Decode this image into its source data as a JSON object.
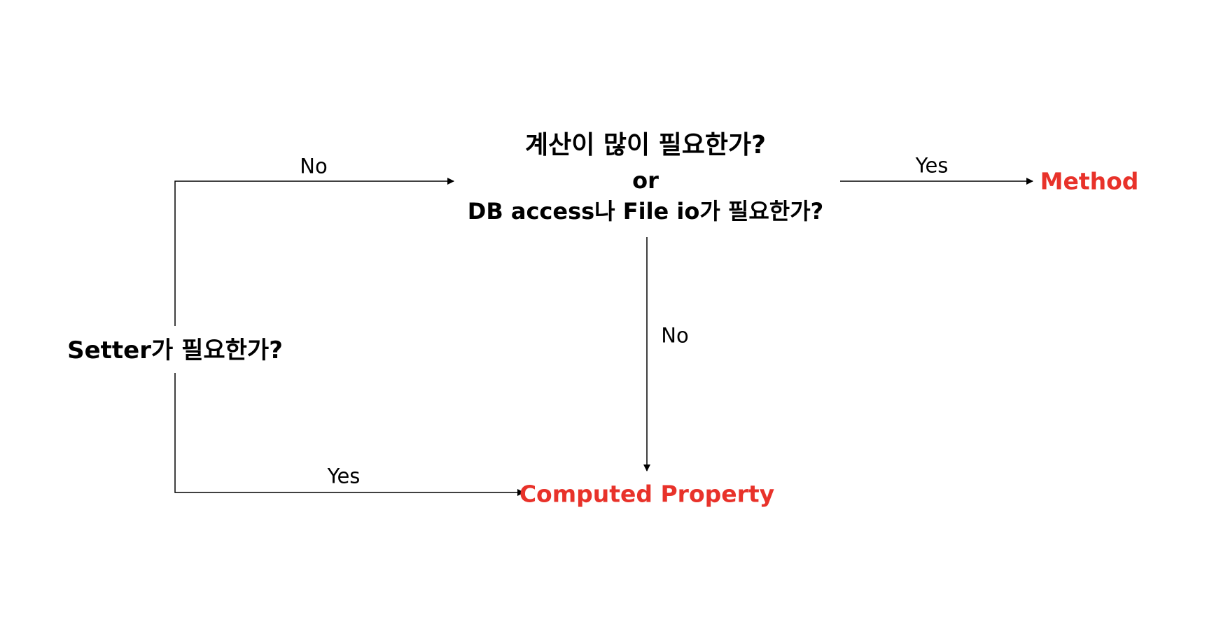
{
  "nodes": {
    "setter_question": "Setter가 필요한가?",
    "main_question": {
      "line1": "계산이 많이 필요한가?",
      "line2": "or",
      "line3": "DB access나 File io가 필요한가?"
    },
    "method": "Method",
    "computed_property": "Computed Property"
  },
  "edges": {
    "setter_no": "No",
    "setter_yes": "Yes",
    "main_yes": "Yes",
    "main_no": "No"
  },
  "colors": {
    "result_text": "#e8322a",
    "line": "#000000",
    "text": "#000000"
  }
}
